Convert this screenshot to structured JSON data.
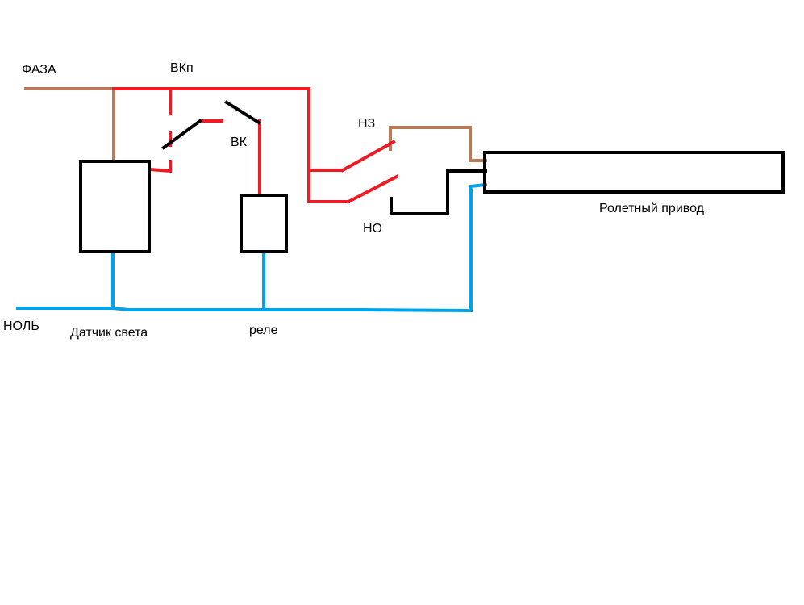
{
  "labels": {
    "phase": "ФАЗА",
    "vkp": "ВКп",
    "vk": "ВК",
    "nz": "НЗ",
    "no": "НО",
    "drive": "Ролетный привод",
    "neutral": "НОЛЬ",
    "sensor": "Датчик света",
    "relay": "реле"
  },
  "colors": {
    "phase_wire": "#b97a57",
    "switched_wire": "#ed1c24",
    "neutral_wire": "#00a2e8",
    "device_outline": "#000000",
    "background": "#ffffff"
  }
}
